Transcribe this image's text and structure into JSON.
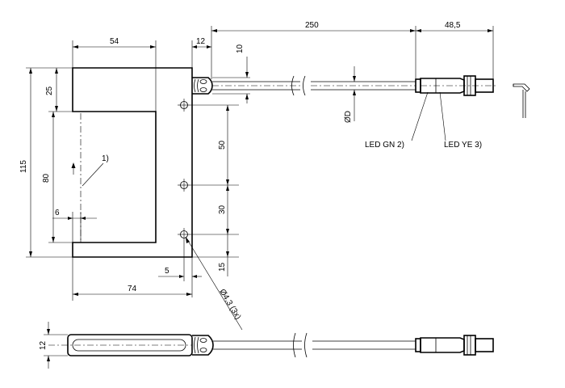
{
  "dimensions": {
    "width_54": "54",
    "width_12": "12",
    "cable_250": "250",
    "plug_48_5": "48,5",
    "height_10": "10",
    "height_25": "25",
    "height_115": "115",
    "height_80": "80",
    "height_50": "50",
    "height_30": "30",
    "height_15": "15",
    "offset_6": "6",
    "offset_5": "5",
    "width_74": "74",
    "side_12": "12"
  },
  "labels": {
    "diameter_d": "ØD",
    "hole_note": "Ø4,3 (3x)",
    "note_1": "1)",
    "led_gn": "LED GN 2)",
    "led_ye": "LED YE 3)"
  }
}
